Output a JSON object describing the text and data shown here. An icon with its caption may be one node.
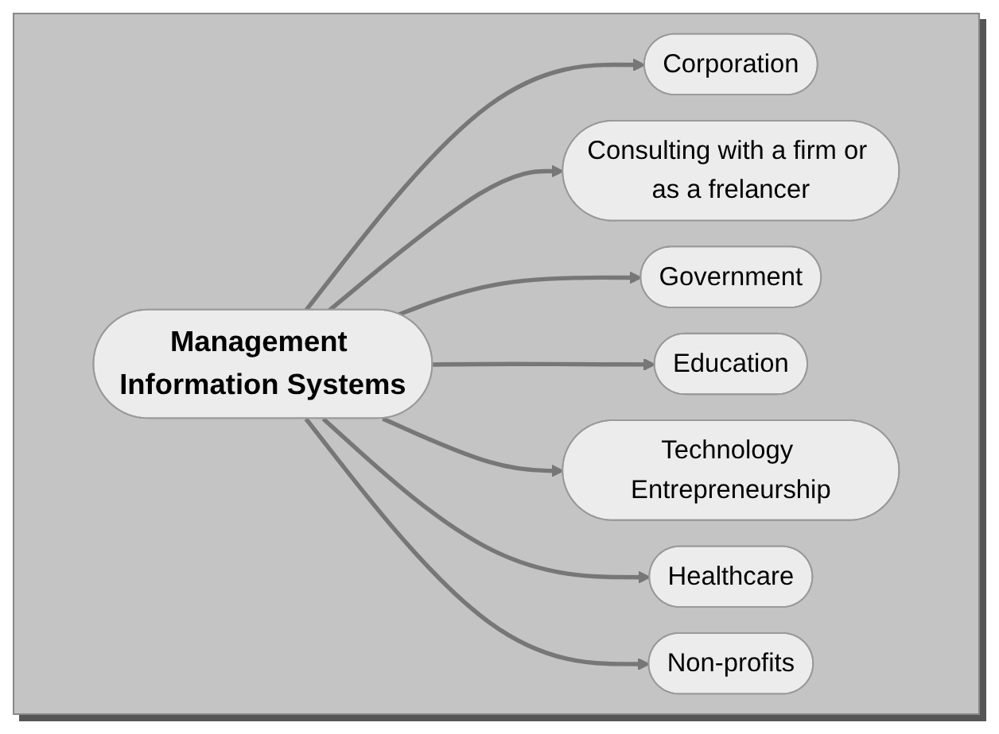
{
  "diagram": {
    "nodes": [
      {
        "text": [
          "Management Information Systems"
        ]
      },
      {
        "text": [
          "Corporation"
        ]
      },
      {
        "text": [
          "Consulting with a firm or as a frelancer"
        ]
      },
      {
        "text": [
          "Government"
        ]
      },
      {
        "text": [
          "Education"
        ]
      },
      {
        "text": [
          "Technology Entrepreneurship"
        ]
      },
      {
        "text": [
          "Healthcare"
        ]
      },
      {
        "text": [
          "Non-profits"
        ]
      }
    ],
    "edges": [
      {
        "from": 0,
        "to": 1,
        "arrow": "to"
      },
      {
        "from": 0,
        "to": 2,
        "arrow": "to"
      },
      {
        "from": 0,
        "to": 3,
        "arrow": "to"
      },
      {
        "from": 0,
        "to": 4,
        "arrow": "to"
      },
      {
        "from": 0,
        "to": 5,
        "arrow": "to"
      },
      {
        "from": 0,
        "to": 6,
        "arrow": "to"
      },
      {
        "from": 0,
        "to": 7,
        "arrow": "to"
      }
    ]
  }
}
